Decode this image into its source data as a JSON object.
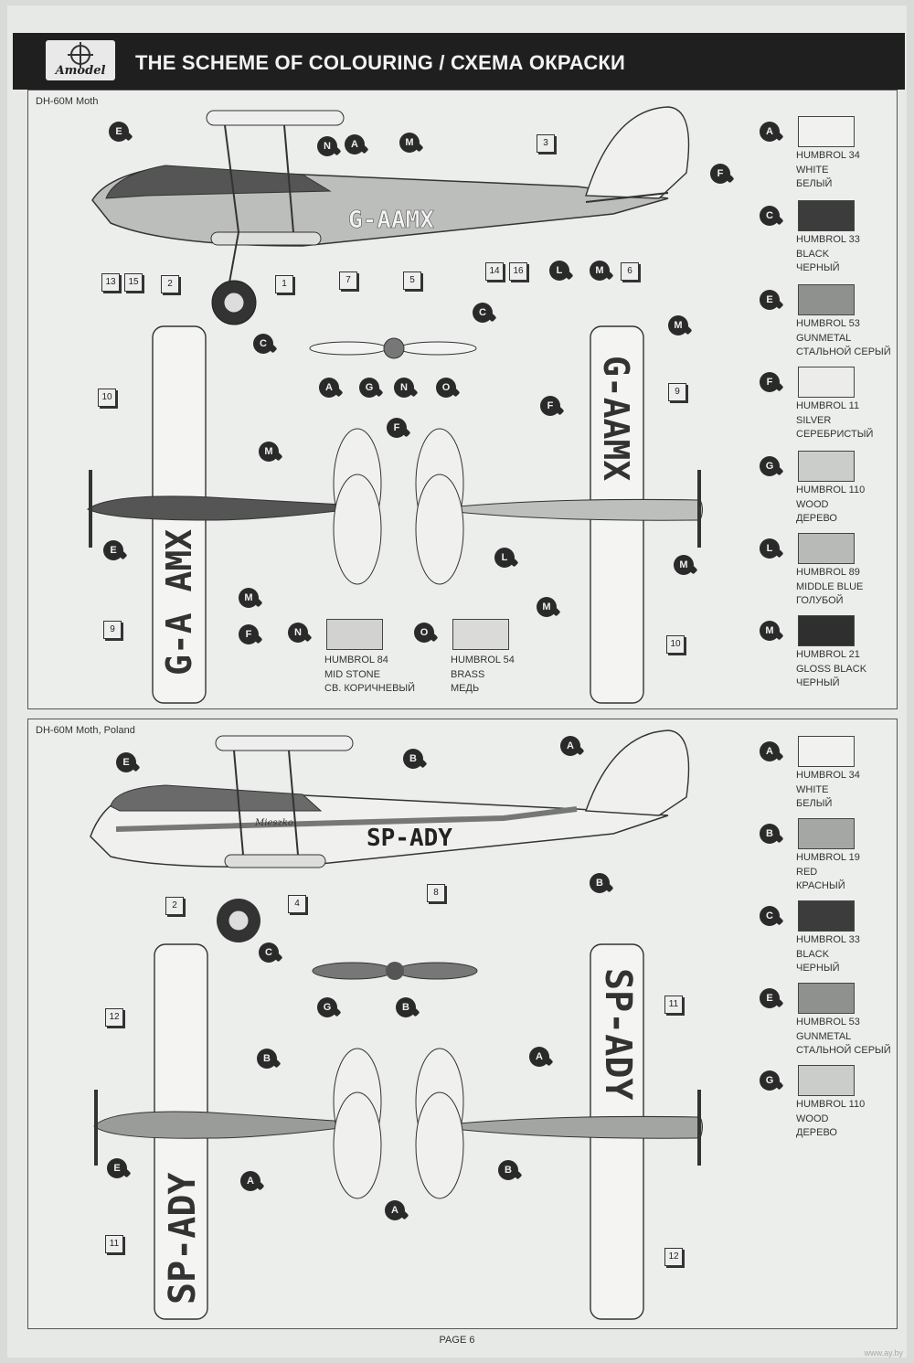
{
  "header": {
    "brand": "Amodel",
    "title": "THE SCHEME OF COLOURING / СХЕМА ОКРАСКИ"
  },
  "panels": [
    {
      "title": "DH-60M Moth",
      "registration": "G-AAMX",
      "registration_spaced": "G-A AMX",
      "callouts": [
        "1",
        "2",
        "3",
        "5",
        "6",
        "7",
        "9",
        "10",
        "13",
        "14",
        "15",
        "16"
      ],
      "paint_letters": [
        "A",
        "C",
        "E",
        "F",
        "G",
        "L",
        "M",
        "N",
        "O"
      ],
      "paints": [
        {
          "code": "A",
          "humbrol": "HUMBROL 34",
          "name_en": "WHITE",
          "name_ru": "БЕЛЫЙ",
          "color": "#f1f2f0"
        },
        {
          "code": "C",
          "humbrol": "HUMBROL 33",
          "name_en": "BLACK",
          "name_ru": "ЧЕРНЫЙ",
          "color": "#3c3c3c"
        },
        {
          "code": "E",
          "humbrol": "HUMBROL 53",
          "name_en": "GUNMETAL",
          "name_ru": "СТАЛЬНОЙ СЕРЫЙ",
          "color": "#8f918f"
        },
        {
          "code": "F",
          "humbrol": "HUMBROL 11",
          "name_en": "SILVER",
          "name_ru": "СЕРЕБРИСТЫЙ",
          "color": "#ecedeb"
        },
        {
          "code": "G",
          "humbrol": "HUMBROL 110",
          "name_en": "WOOD",
          "name_ru": "ДЕРЕВО",
          "color": "#cbcdca"
        },
        {
          "code": "L",
          "humbrol": "HUMBROL 89",
          "name_en": "MIDDLE BLUE",
          "name_ru": "ГОЛУБОЙ",
          "color": "#b8bab8"
        },
        {
          "code": "M",
          "humbrol": "HUMBROL 21",
          "name_en": "GLOSS BLACK",
          "name_ru": "ЧЕРНЫЙ",
          "color": "#2f2f2f"
        }
      ],
      "extra_paints": [
        {
          "code": "N",
          "humbrol": "HUMBROL 84",
          "name_en": "MID STONE",
          "name_ru": "СВ. КОРИЧНЕВЫЙ",
          "color": "#d2d3d0"
        },
        {
          "code": "O",
          "humbrol": "HUMBROL 54",
          "name_en": "BRASS",
          "name_ru": "МЕДЬ",
          "color": "#dadbd8"
        }
      ]
    },
    {
      "title": "DH-60M Moth, Poland",
      "registration": "SP-ADY",
      "side_text": "Mieszko",
      "callouts": [
        "2",
        "4",
        "8",
        "11",
        "12"
      ],
      "paint_letters": [
        "A",
        "B",
        "C",
        "E",
        "G"
      ],
      "paints": [
        {
          "code": "A",
          "humbrol": "HUMBROL 34",
          "name_en": "WHITE",
          "name_ru": "БЕЛЫЙ",
          "color": "#f1f2f0"
        },
        {
          "code": "B",
          "humbrol": "HUMBROL 19",
          "name_en": "RED",
          "name_ru": "КРАСНЫЙ",
          "color": "#a5a7a5"
        },
        {
          "code": "C",
          "humbrol": "HUMBROL 33",
          "name_en": "BLACK",
          "name_ru": "ЧЕРНЫЙ",
          "color": "#3c3c3c"
        },
        {
          "code": "E",
          "humbrol": "HUMBROL 53",
          "name_en": "GUNMETAL",
          "name_ru": "СТАЛЬНОЙ СЕРЫЙ",
          "color": "#8f918f"
        },
        {
          "code": "G",
          "humbrol": "HUMBROL 110",
          "name_en": "WOOD",
          "name_ru": "ДЕРЕВО",
          "color": "#cbcdca"
        }
      ]
    }
  ],
  "footer": {
    "page": "PAGE 6"
  },
  "watermark": "www.ay.by"
}
